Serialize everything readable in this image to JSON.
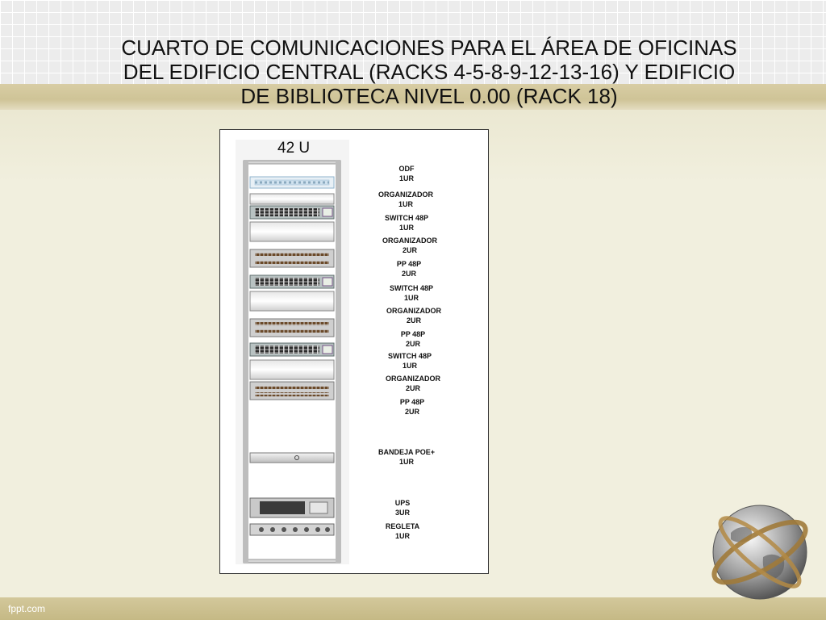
{
  "title": {
    "line1": "CUARTO DE COMUNICACIONES PARA EL ÁREA DE OFICINAS",
    "line2": "DEL EDIFICIO CENTRAL (RACKS 4-5-8-9-12-13-16)  Y EDIFICIO",
    "line3": "DE BIBLIOTECA NIVEL 0.00  (RACK 18)"
  },
  "rack": {
    "height_label": "42 U",
    "components": [
      {
        "name": "ODF",
        "units": "1UR"
      },
      {
        "name": "ORGANIZADOR",
        "units": "1UR"
      },
      {
        "name": "SWITCH 48P",
        "units": "1UR"
      },
      {
        "name": "ORGANIZADOR",
        "units": "2UR"
      },
      {
        "name": "PP 48P",
        "units": "2UR"
      },
      {
        "name": "SWITCH 48P",
        "units": "1UR"
      },
      {
        "name": "ORGANIZADOR",
        "units": "2UR"
      },
      {
        "name": "PP 48P",
        "units": "2UR"
      },
      {
        "name": "SWITCH 48P",
        "units": "1UR"
      },
      {
        "name": "ORGANIZADOR",
        "units": "2UR"
      },
      {
        "name": "PP 48P",
        "units": "2UR"
      },
      {
        "name": "BANDEJA POE+",
        "units": "1UR"
      },
      {
        "name": "UPS",
        "units": "3UR"
      },
      {
        "name": "REGLETA",
        "units": "1UR"
      }
    ]
  },
  "footer": "fppt.com",
  "colors": {
    "background": "#f1efde",
    "band": "#cfc497",
    "rack_frame": "#c8c8c8"
  }
}
